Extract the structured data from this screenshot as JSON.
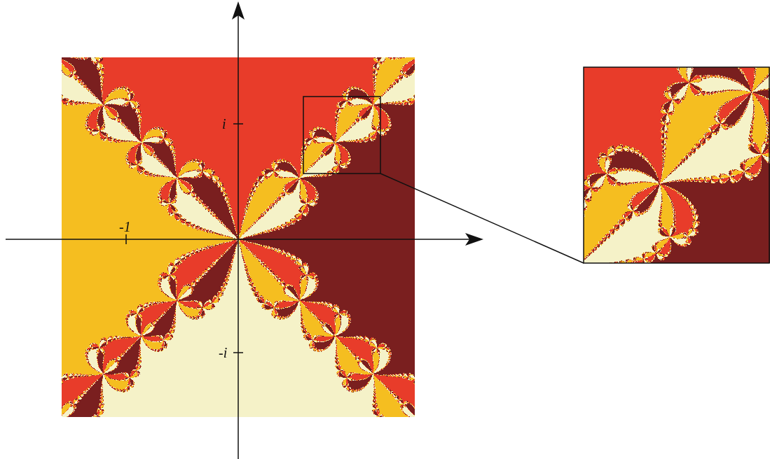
{
  "diagram": {
    "labels": [
      "i",
      "-1",
      "-i"
    ]
  }
}
